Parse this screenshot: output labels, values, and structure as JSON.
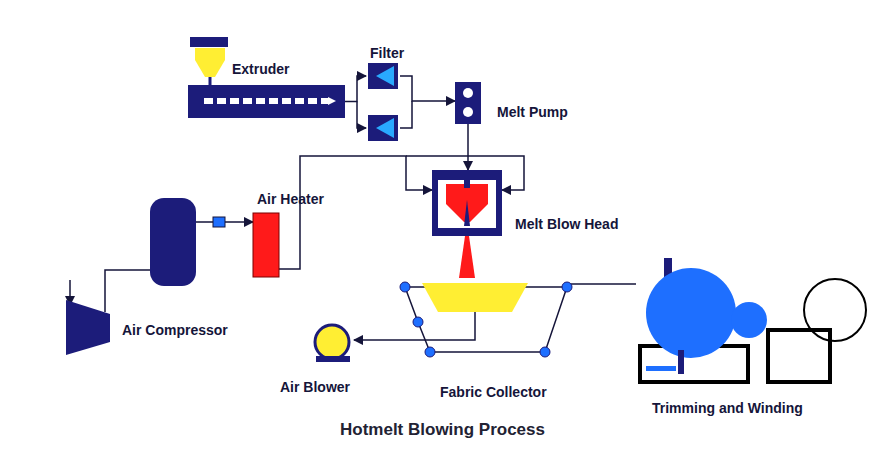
{
  "diagram": {
    "caption": "Hotmelt Blowing Process",
    "nodes": [
      {
        "text": [
          "Extruder"
        ]
      },
      {
        "text": [
          "Filter"
        ]
      },
      {
        "text": [
          "Melt Pump"
        ]
      },
      {
        "text": [
          "Melt Blow Head"
        ]
      },
      {
        "text": [
          "Air Heater"
        ]
      },
      {
        "text": [
          "Air Compressor"
        ]
      },
      {
        "text": [
          "Air Blower"
        ]
      },
      {
        "text": [
          "Fabric Collector"
        ]
      },
      {
        "text": [
          "Trimming and Winding"
        ]
      }
    ],
    "edges": [
      {
        "from": 0,
        "to": 1,
        "arrow": "to"
      },
      {
        "from": 1,
        "to": 2,
        "arrow": "to"
      },
      {
        "from": 2,
        "to": 3,
        "arrow": "to"
      },
      {
        "from": 5,
        "to": 4,
        "arrow": "to"
      },
      {
        "from": 4,
        "to": 3,
        "arrow": "to"
      },
      {
        "from": 7,
        "to": 6,
        "arrow": "to"
      },
      {
        "from": 7,
        "to": 8,
        "arrow": "none"
      }
    ]
  }
}
